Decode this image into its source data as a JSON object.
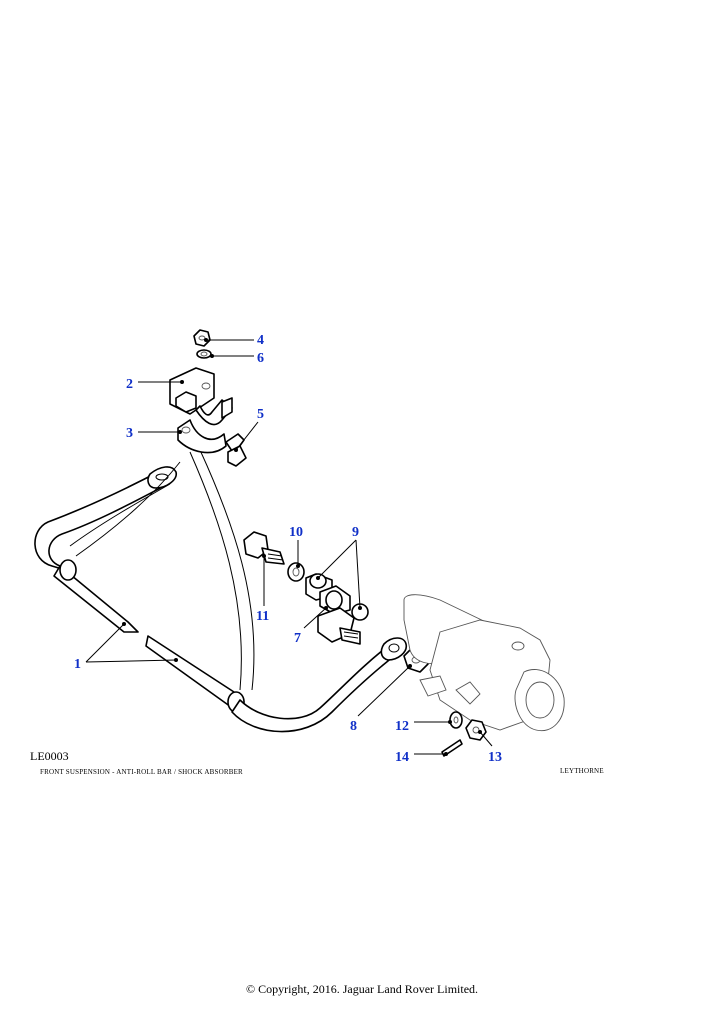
{
  "diagram": {
    "code": "LE0003",
    "title": "FRONT SUSPENSION - ANTI-ROLL BAR / SHOCK ABSORBER",
    "artist": "LEYTHORNE",
    "callouts": [
      "1",
      "2",
      "3",
      "4",
      "5",
      "6",
      "7",
      "8",
      "9",
      "10",
      "11",
      "12",
      "13",
      "14"
    ],
    "callout_color": "#1030c8"
  },
  "footer": {
    "copyright": "© Copyright, 2016. Jaguar Land Rover Limited."
  }
}
